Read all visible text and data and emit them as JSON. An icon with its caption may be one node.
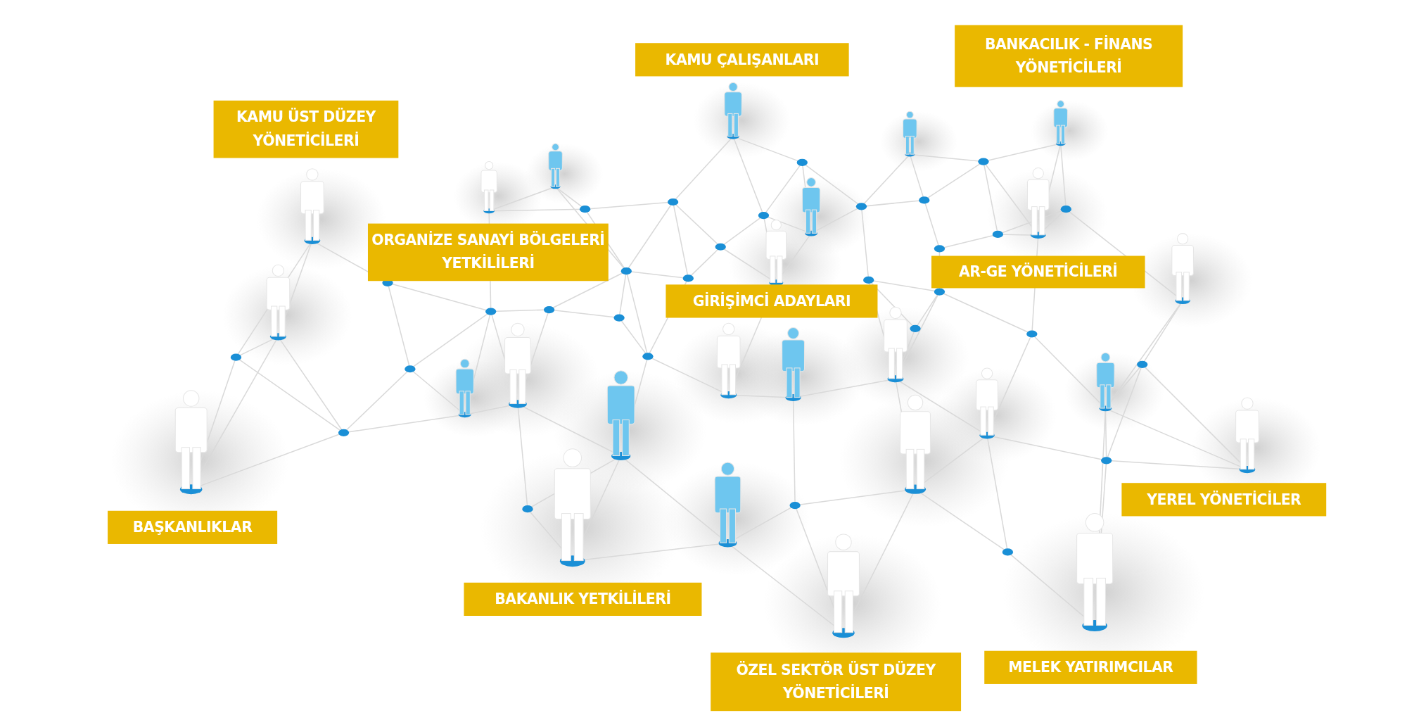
{
  "diagram": {
    "nodes": [
      {
        "text": [
          "BANKACILIK - FİNANS YÖNETİCİLERİ"
        ]
      },
      {
        "text": [
          "KAMU ÇALIŞANLARI"
        ]
      },
      {
        "text": [
          "KAMU ÜST DÜZEY YÖNETİCİLERİ"
        ]
      },
      {
        "text": [
          "ORGANİZE SANAYİ BÖLGELERİ YETKİLİLERİ"
        ]
      },
      {
        "text": [
          "AR-GE YÖNETİCİLERİ"
        ]
      },
      {
        "text": [
          "GİRİŞİMCİ ADAYLARI"
        ]
      },
      {
        "text": [
          "YEREL YÖNETİCİLER"
        ]
      },
      {
        "text": [
          "BAŞKANLIKLAR"
        ]
      },
      {
        "text": [
          "BAKANLIK YETKİLİLERİ"
        ]
      },
      {
        "text": [
          "MELEK YATIRIMCILAR"
        ]
      },
      {
        "text": [
          "ÖZEL SEKTÖR ÜST DÜZEY YÖNETİCİLERİ"
        ]
      }
    ]
  }
}
